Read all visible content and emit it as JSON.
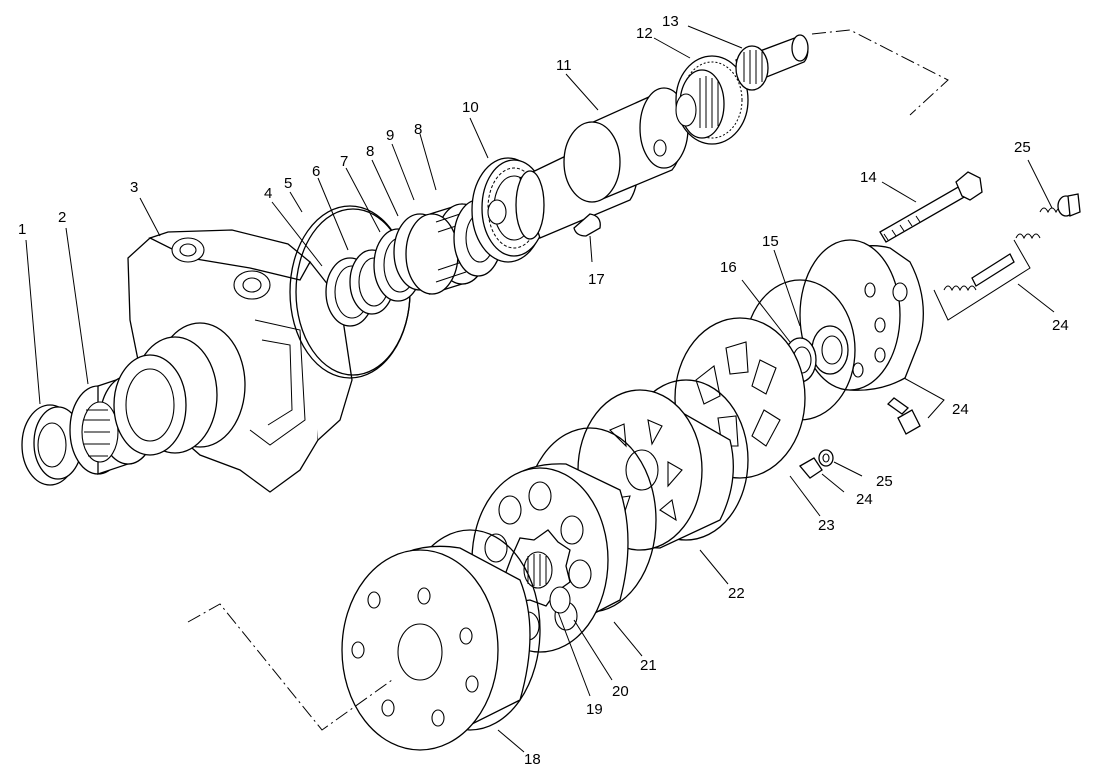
{
  "callouts": [
    {
      "id": "c1",
      "label": "1"
    },
    {
      "id": "c2",
      "label": "2"
    },
    {
      "id": "c3",
      "label": "3"
    },
    {
      "id": "c4",
      "label": "4"
    },
    {
      "id": "c5",
      "label": "5"
    },
    {
      "id": "c6",
      "label": "6"
    },
    {
      "id": "c7",
      "label": "7"
    },
    {
      "id": "c8a",
      "label": "8"
    },
    {
      "id": "c9",
      "label": "9"
    },
    {
      "id": "c8b",
      "label": "8"
    },
    {
      "id": "c10",
      "label": "10"
    },
    {
      "id": "c11",
      "label": "11"
    },
    {
      "id": "c12",
      "label": "12"
    },
    {
      "id": "c13",
      "label": "13"
    },
    {
      "id": "c14",
      "label": "14"
    },
    {
      "id": "c25a",
      "label": "25"
    },
    {
      "id": "c15",
      "label": "15"
    },
    {
      "id": "c16",
      "label": "16"
    },
    {
      "id": "c17",
      "label": "17"
    },
    {
      "id": "c24a",
      "label": "24"
    },
    {
      "id": "c24b",
      "label": "24"
    },
    {
      "id": "c25b",
      "label": "25"
    },
    {
      "id": "c24c",
      "label": "24"
    },
    {
      "id": "c23",
      "label": "23"
    },
    {
      "id": "c22",
      "label": "22"
    },
    {
      "id": "c21",
      "label": "21"
    },
    {
      "id": "c20",
      "label": "20"
    },
    {
      "id": "c19",
      "label": "19"
    },
    {
      "id": "c18",
      "label": "18"
    }
  ]
}
